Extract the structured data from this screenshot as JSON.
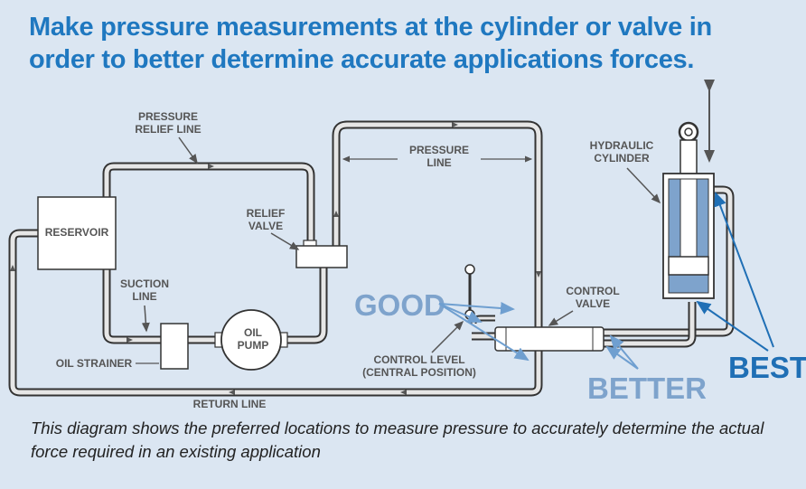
{
  "title": {
    "line1": "Make pressure measurements at the cylinder or valve in",
    "line2": "order to better determine accurate applications forces."
  },
  "caption": {
    "line1": "This diagram shows the preferred locations to measure pressure to accurately determine the actual",
    "line2": "force required in an existing application"
  },
  "diagram": {
    "reservoir": "RESERVOIR",
    "pressure_relief_line": [
      "PRESSURE",
      "RELIEF LINE"
    ],
    "relief_valve": [
      "RELIEF",
      "VALVE"
    ],
    "pressure_line": [
      "PRESSURE",
      "LINE"
    ],
    "hydraulic_cylinder": [
      "HYDRAULIC",
      "CYLINDER"
    ],
    "suction_line": [
      "SUCTION",
      "LINE"
    ],
    "oil_pump": [
      "OIL",
      "PUMP"
    ],
    "oil_strainer": "OIL STRAINER",
    "control_valve": [
      "CONTROL",
      "VALVE"
    ],
    "control_level": [
      "CONTROL LEVEL",
      "(CENTRAL POSITION)"
    ],
    "return_line": "RETURN LINE",
    "good": "GOOD",
    "better": "BETTER",
    "best": "BEST"
  }
}
